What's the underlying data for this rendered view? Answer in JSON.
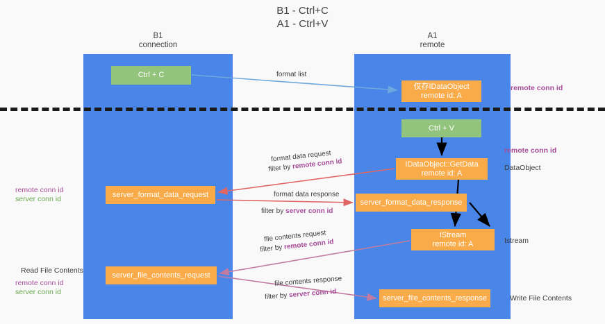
{
  "title": {
    "line1": "B1 - Ctrl+C",
    "line2": "A1 - Ctrl+V"
  },
  "lanes": [
    {
      "name": "B1",
      "role": "connection",
      "color": "#4a86e8"
    },
    {
      "name": "A1",
      "role": "remote",
      "color": "#4a86e8"
    }
  ],
  "nodes": {
    "ctrl_c": "Ctrl + C",
    "idataobject": {
      "line1": "仅存IDataObject",
      "line2": "remote id: A"
    },
    "ctrl_v": "Ctrl + V",
    "getdata": {
      "line1": "IDataObject::GetData",
      "line2": "remote id: A"
    },
    "server_format_data_request": "server_format_data_request",
    "server_format_data_response": "server_format_data_response",
    "istream": {
      "line1": "IStream",
      "line2": "remote id: A"
    },
    "server_file_contents_request": "server_file_contents_request",
    "server_file_contents_response": "server_file_contents_response"
  },
  "edges": {
    "format_list": "format list",
    "format_data_request": "format data request",
    "format_data_request_filter_prefix": "filter by ",
    "format_data_request_filter_key": "remote conn id",
    "format_data_response": "format data response",
    "format_data_response_filter_prefix": "filter by ",
    "format_data_response_filter_key": "server conn id",
    "file_contents_request": "file contents request",
    "file_contents_request_filter_prefix": "filter by ",
    "file_contents_request_filter_key": "remote conn id",
    "file_contents_response": "file contents response",
    "file_contents_response_filter_prefix": "filter by ",
    "file_contents_response_filter_key": "server conn id"
  },
  "annotations": {
    "right_remote_conn_id_1": "remote conn id",
    "right_remote_conn_id_2": "remote conn id",
    "right_dataobject": "DataObject",
    "right_istream": "Istream",
    "right_write_file_contents": "Write File Contents",
    "left_remote_conn_id_1": "remote conn id",
    "left_server_conn_id_1": "server conn id",
    "left_read_file_contents": "Read File Contents",
    "left_remote_conn_id_2": "remote conn id",
    "left_server_conn_id_2": "server conn id"
  },
  "colors": {
    "lane": "#4a86e8",
    "green_node": "#93c47d",
    "orange_node": "#f9ab49",
    "remote_conn_id": "#a64d9a",
    "server_conn_id": "#6aa84f",
    "red_arrow": "#e06666",
    "magenta_arrow": "#c27ba0",
    "blue_arrow": "#6fa8dc",
    "black_arrow": "#000000",
    "background": "#f9f9f9"
  }
}
